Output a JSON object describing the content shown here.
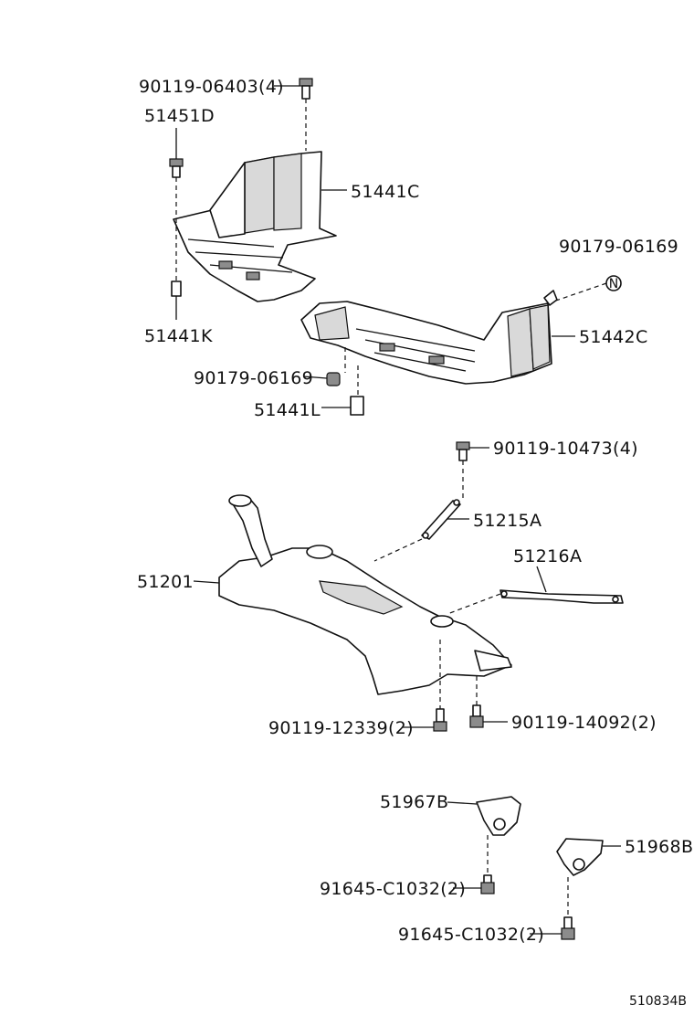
{
  "labels": {
    "p_90119_06403": "90119-06403(4)",
    "p_51451D": "51451D",
    "p_51441C": "51441C",
    "p_90179_06169_a": "90179-06169",
    "p_51441K": "51441K",
    "p_51442C": "51442C",
    "p_90179_06169_b": "90179-06169",
    "p_51441L": "51441L",
    "p_90119_10473": "90119-10473(4)",
    "p_51215A": "51215A",
    "p_51201": "51201",
    "p_51216A": "51216A",
    "p_90119_12339": "90119-12339(2)",
    "p_90119_14092": "90119-14092(2)",
    "p_51967B": "51967B",
    "p_51968B": "51968B",
    "p_91645_C1032_a": "91645-C1032(2)",
    "p_91645_C1032_b": "91645-C1032(2)",
    "nut_symbol": "N",
    "drawing_ref": "510834B"
  }
}
